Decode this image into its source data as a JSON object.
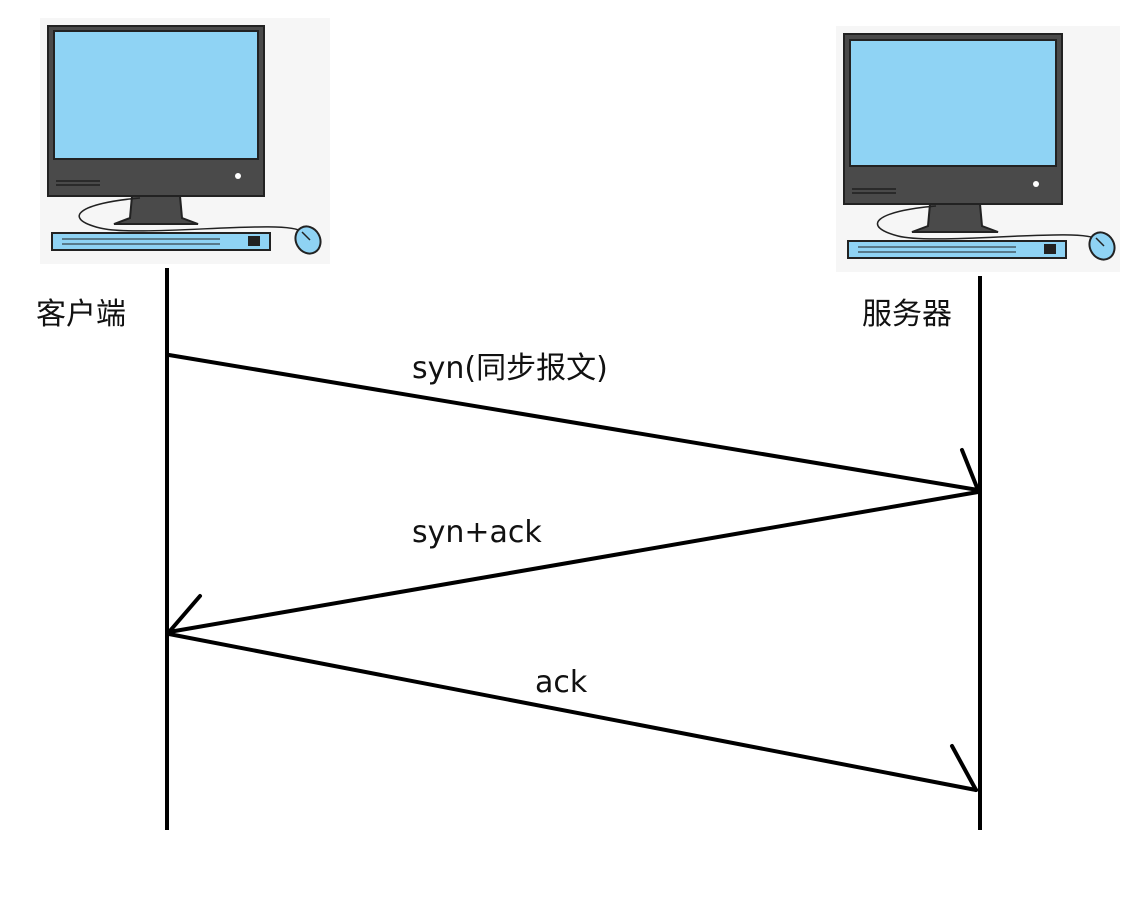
{
  "participants": {
    "client": {
      "label": "客户端"
    },
    "server": {
      "label": "服务器"
    }
  },
  "messages": [
    {
      "label": "syn(同步报文)",
      "from": "client",
      "to": "server"
    },
    {
      "label": "syn+ack",
      "from": "server",
      "to": "client"
    },
    {
      "label": "ack",
      "from": "client",
      "to": "server"
    }
  ],
  "colors": {
    "screen": "#8fd3f4",
    "monitor_frame": "#4a4a4a",
    "keyboard": "#8fd3f4",
    "line": "#000000"
  }
}
